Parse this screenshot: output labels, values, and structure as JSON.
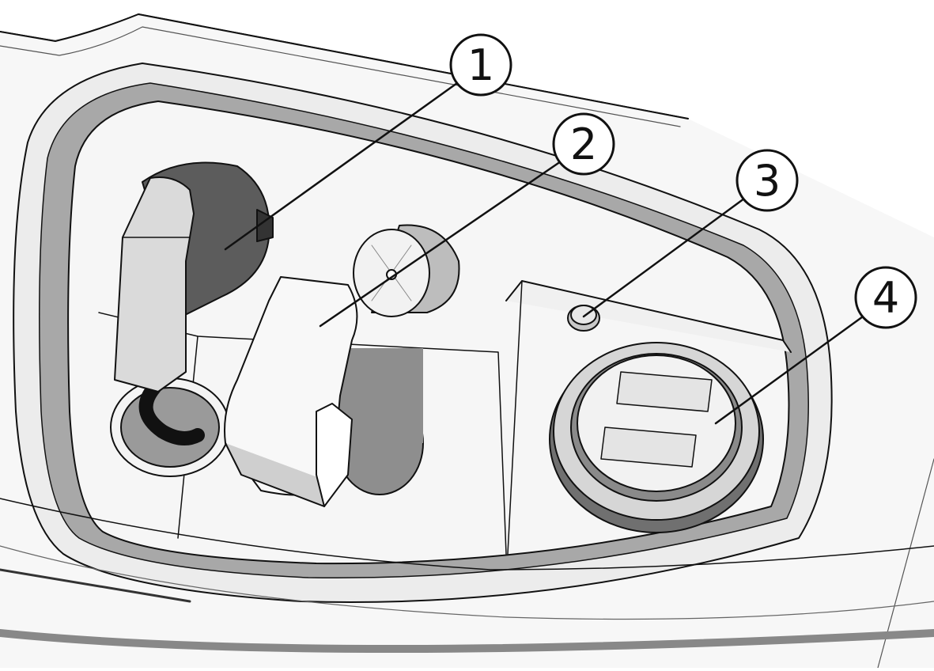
{
  "callouts": [
    {
      "number": "1",
      "target": "charging-plug"
    },
    {
      "number": "2",
      "target": "coin-slot-box"
    },
    {
      "number": "3",
      "target": "indicator-led"
    },
    {
      "number": "4",
      "target": "usb-charger"
    }
  ],
  "colors": {
    "background": "#ffffff",
    "surface": "#f4f4f4",
    "outline": "#111111",
    "shadow": "#9a9a9a",
    "dark_part": "#4a4a4a"
  }
}
